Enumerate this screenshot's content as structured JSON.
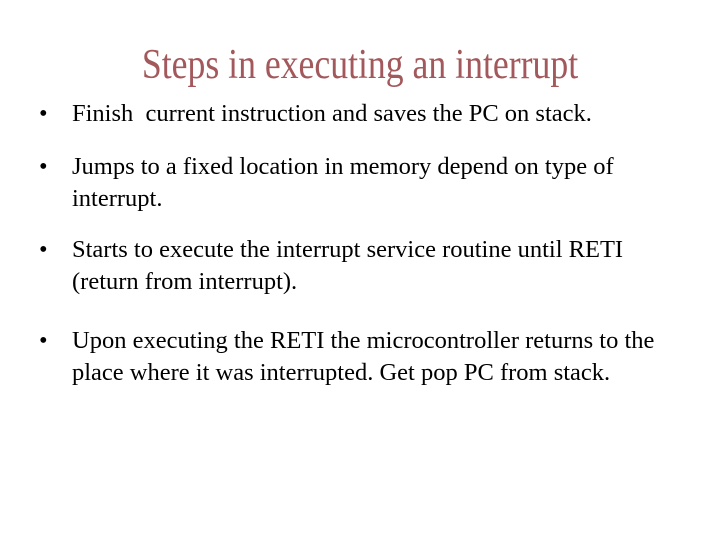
{
  "slide": {
    "background_color": "#ffffff",
    "text_color": "#000000",
    "title": {
      "text": "Steps in executing an interrupt",
      "color": "#a3585c"
    },
    "bullet_glyph": "•",
    "bullets": [
      {
        "lines": [
          "Finish  current instruction and saves the PC on stack."
        ]
      },
      {
        "lines": [
          "Jumps to a fixed location in memory depend on type of",
          "interrupt."
        ]
      },
      {
        "lines": [
          "Starts to execute the interrupt service routine until RETI",
          "(return from interrupt)."
        ]
      },
      {
        "lines": [
          "Upon executing the RETI the microcontroller returns to the",
          "place where it was interrupted. Get pop PC from stack."
        ]
      }
    ]
  }
}
